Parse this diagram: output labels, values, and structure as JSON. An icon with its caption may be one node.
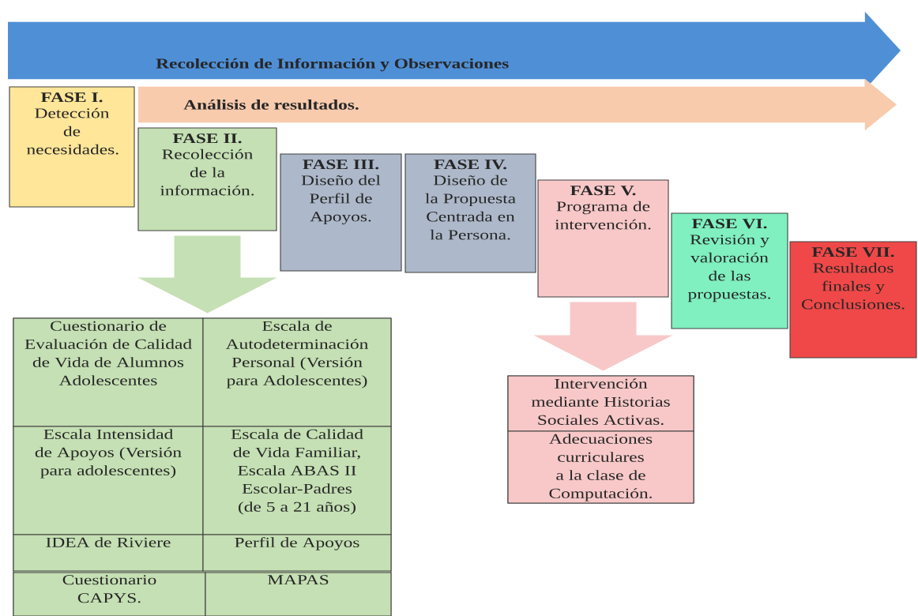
{
  "diagram": {
    "nodes": [
      {
        "text": [
          "Recolección de Información y Observaciones"
        ]
      },
      {
        "text": [
          "Análisis de resultados."
        ]
      },
      {
        "text": [
          "FASE I.",
          "Detección de necesidades."
        ]
      },
      {
        "text": [
          "FASE II.",
          "Recolección de la información."
        ]
      },
      {
        "text": [
          "FASE III.",
          "Diseño del Perfil de Apoyos."
        ]
      },
      {
        "text": [
          "FASE IV.",
          "Diseño de la Propuesta Centrada en la Persona."
        ]
      },
      {
        "text": [
          "FASE V.",
          "Programa de intervención."
        ]
      },
      {
        "text": [
          "FASE VI.",
          "Revisión y valoración de las propuestas."
        ]
      },
      {
        "text": [
          "FASE VII.",
          "Resultados finales y Conclusiones."
        ]
      },
      {
        "text": [],
        "shape": "box"
      },
      {
        "text": [
          "Cuestionario de Evaluación de Calidad de Vida de Alumnos Adolescentes"
        ],
        "in": 9
      },
      {
        "text": [
          "Escala de Autodeterminación Personal (Versión para Adolescentes)"
        ],
        "in": 9
      },
      {
        "text": [
          "Escala Intensidad de Apoyos (Versión para adolescentes)"
        ],
        "in": 9
      },
      {
        "text": [
          "Escala de Calidad de Vida Familiar, Escala ABAS II Escolar-Padres (de 5 a 21 años)"
        ],
        "in": 9
      },
      {
        "text": [
          "IDEA de Riviere"
        ],
        "in": 9
      },
      {
        "text": [
          "Perfil de Apoyos"
        ],
        "in": 9
      },
      {
        "text": [
          "Cuestionario CAPYS."
        ],
        "in": 9
      },
      {
        "text": [
          "MAPAS"
        ],
        "in": 9
      },
      {
        "text": [],
        "shape": "box"
      },
      {
        "text": [
          "Intervención mediante Historias Sociales Activas."
        ],
        "in": 18
      },
      {
        "text": [
          "Adecuaciones curriculares a la clase de Computación."
        ],
        "in": 18
      }
    ],
    "edges": [
      {
        "from": 3,
        "to": 9,
        "arrow": "to",
        "color": "#c5e0b4"
      },
      {
        "from": 6,
        "to": 18,
        "arrow": "to",
        "color": "#f8c8c8"
      }
    ]
  }
}
